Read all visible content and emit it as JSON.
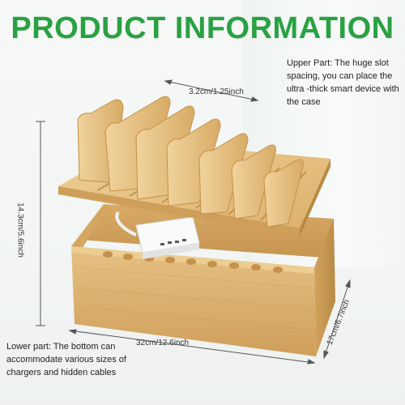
{
  "title": "PRODUCT INFORMATION",
  "upper_note": "Upper Part: The huge slot spacing, you can place the ultra -thick smart device with the case",
  "lower_note": "Lower part: The bottom can accommodate various sizes of chargers and hidden cables",
  "dimensions": {
    "slot_spacing": "3.2cm/1.25inch",
    "height": "14.3cm/5.6inch",
    "width": "32cm/12.6inch",
    "depth": "17cm/6.7inch"
  },
  "colors": {
    "title": "#2aa143",
    "bamboo_light": "#e9c98f",
    "bamboo_mid": "#d9ae6a",
    "bamboo_dark": "#b8873f",
    "charger": "#f4f4f4"
  }
}
